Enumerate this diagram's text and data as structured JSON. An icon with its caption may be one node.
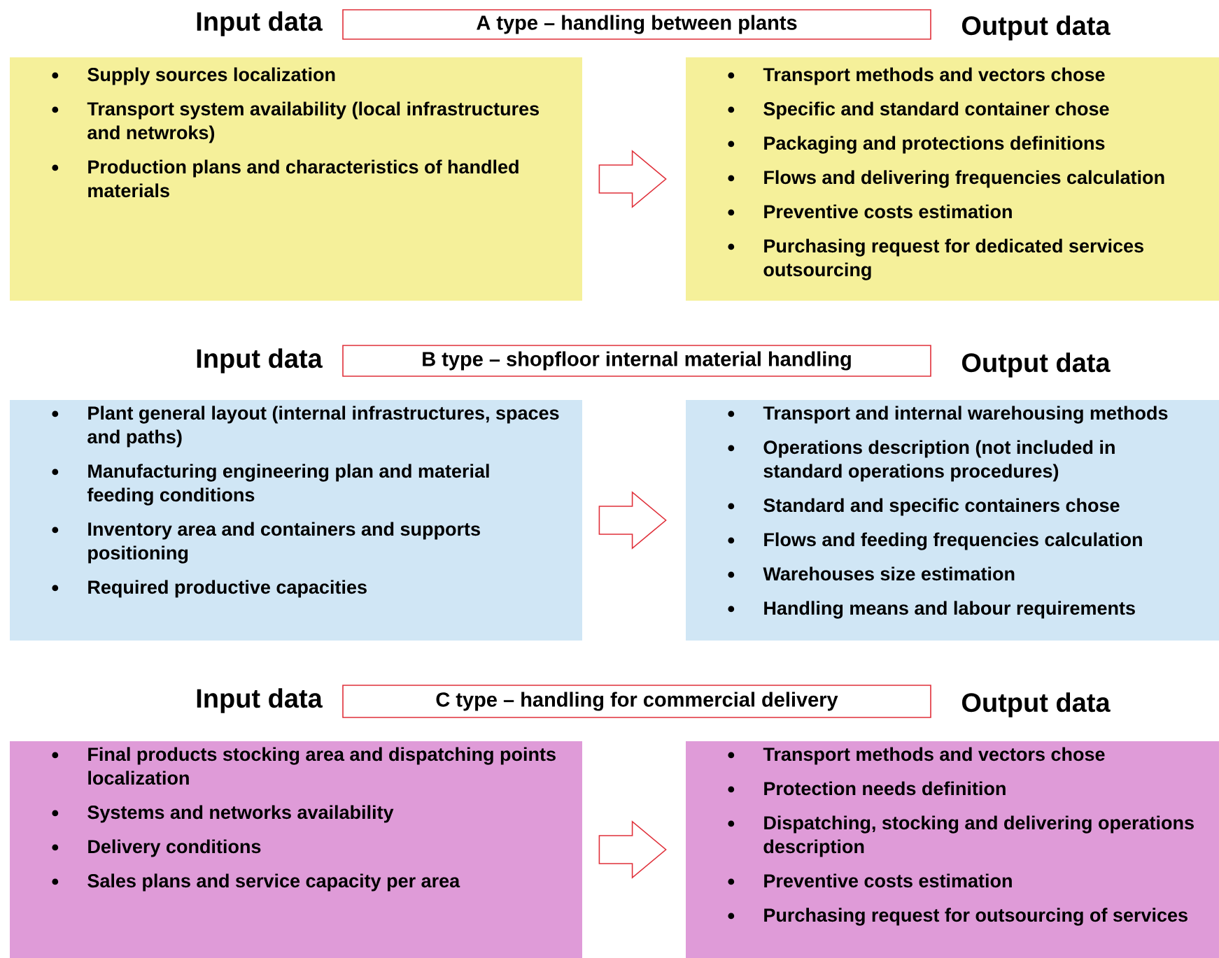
{
  "diagram": {
    "nodes": [
      {
        "text": [
          "A type – handling between plants"
        ]
      },
      {
        "text": [
          "Input data",
          "Supply sources localization",
          "Transport system availability (local infrastructures and netwroks)",
          "Production plans and characteristics of handled materials"
        ]
      },
      {
        "text": [
          "Output data",
          "Transport methods and vectors chose",
          "Specific and standard container chose",
          "Packaging and protections definitions",
          "Flows and delivering frequencies calculation",
          "Preventive costs estimation",
          "Purchasing request for dedicated services outsourcing"
        ]
      },
      {
        "text": [
          "B type – shopfloor internal material handling"
        ]
      },
      {
        "text": [
          "Input data",
          "Plant general layout (internal infrastructures, spaces and paths)",
          "Manufacturing engineering plan and material feeding conditions",
          "Inventory area and containers and supports positioning",
          "Required productive capacities"
        ]
      },
      {
        "text": [
          "Output data",
          "Transport and internal warehousing methods",
          "Operations description (not included in standard operations procedures)",
          "Standard and specific containers chose",
          "Flows and feeding frequencies calculation",
          "Warehouses size estimation",
          "Handling means and labour requirements"
        ]
      },
      {
        "text": [
          "C type – handling for commercial delivery"
        ]
      },
      {
        "text": [
          "Input data",
          "Final products stocking area and dispatching points localization",
          "Systems and networks availability",
          "Delivery conditions",
          "Sales plans and service capacity per area"
        ]
      },
      {
        "text": [
          "Output data",
          "Transport methods and vectors chose",
          "Protection needs definition",
          "Dispatching, stocking and delivering operations description",
          "Preventive costs estimation",
          "Purchasing request for outsourcing of services"
        ]
      }
    ],
    "edges": [
      {
        "from": 1,
        "to": 2,
        "arrow": "to"
      },
      {
        "from": 4,
        "to": 5,
        "arrow": "to"
      },
      {
        "from": 7,
        "to": 8,
        "arrow": "to"
      }
    ]
  }
}
